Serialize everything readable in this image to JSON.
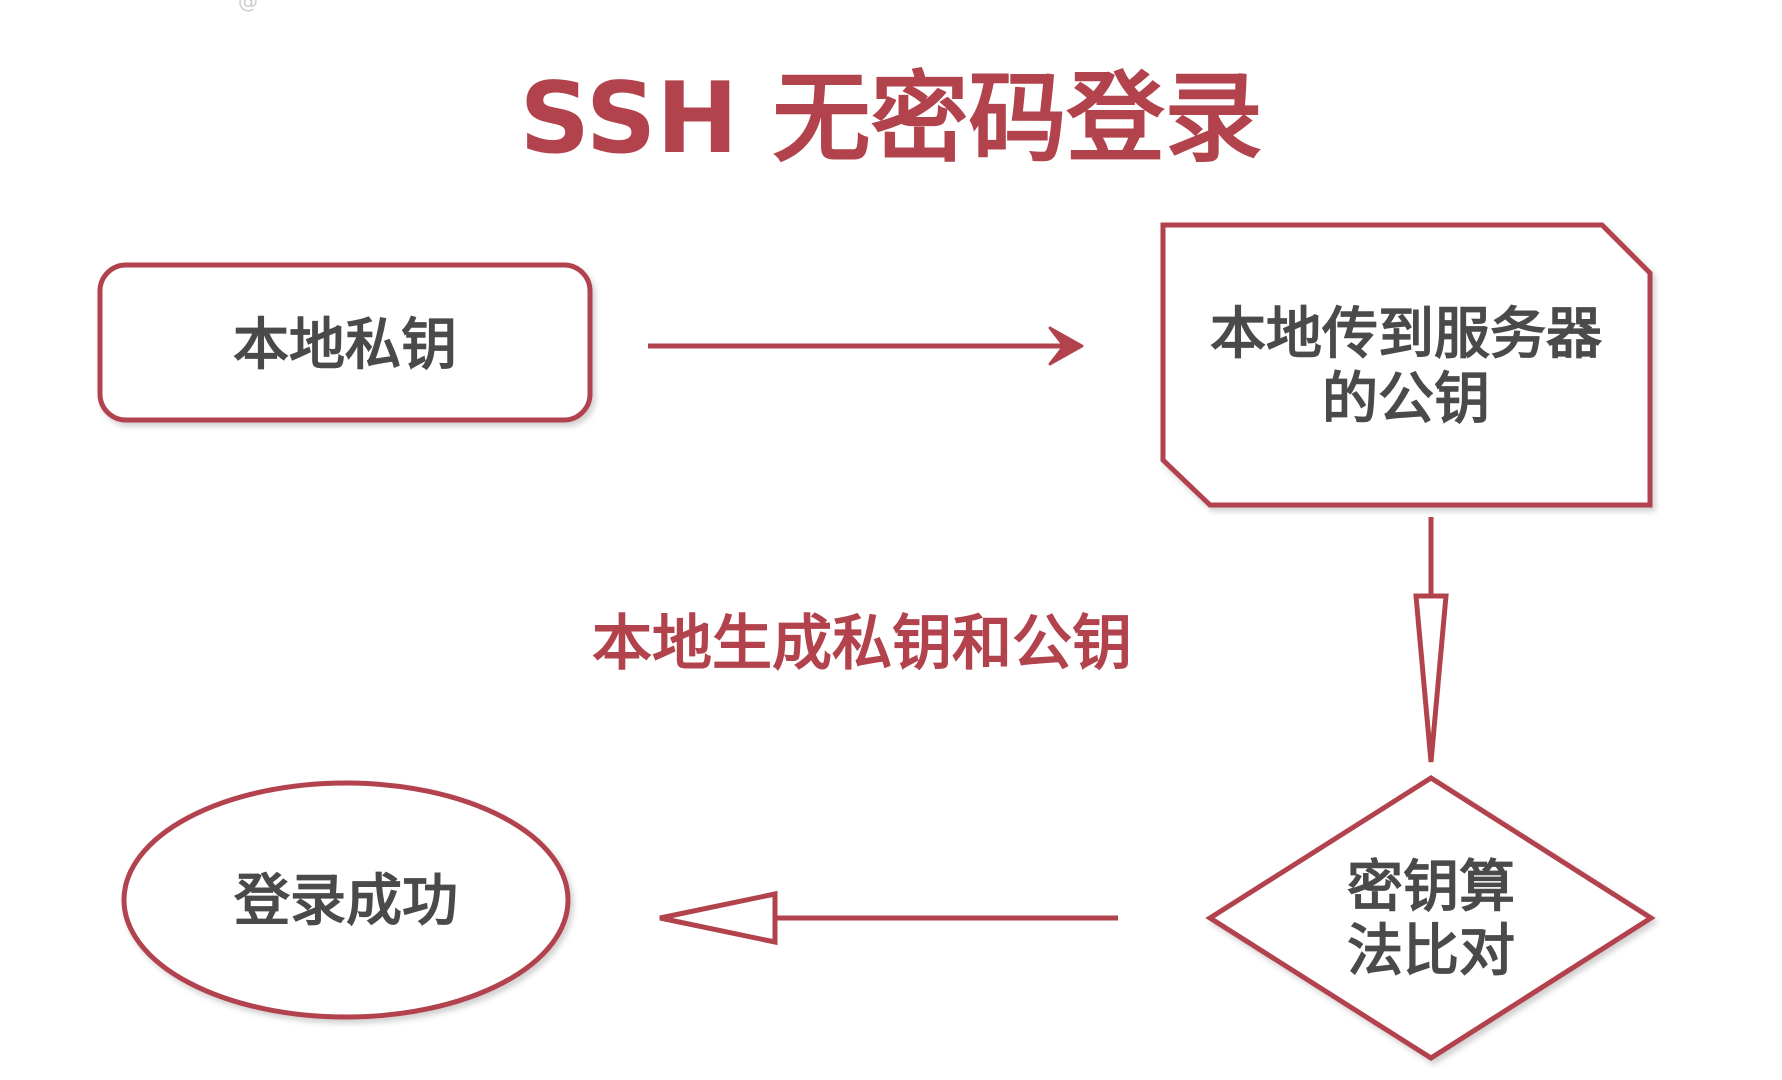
{
  "watermark": "@",
  "title": "SSH 无密码登录",
  "note": "本地生成私钥和公钥",
  "nodes": {
    "private_key": "本地私钥",
    "public_key_line1": "本地传到服务器",
    "public_key_line2": "的公钥",
    "compare_line1": "密钥算",
    "compare_line2": "法比对",
    "success": "登录成功"
  },
  "colors": {
    "accent": "#b2434d",
    "text": "#4a4a4a",
    "background": "#ffffff"
  }
}
